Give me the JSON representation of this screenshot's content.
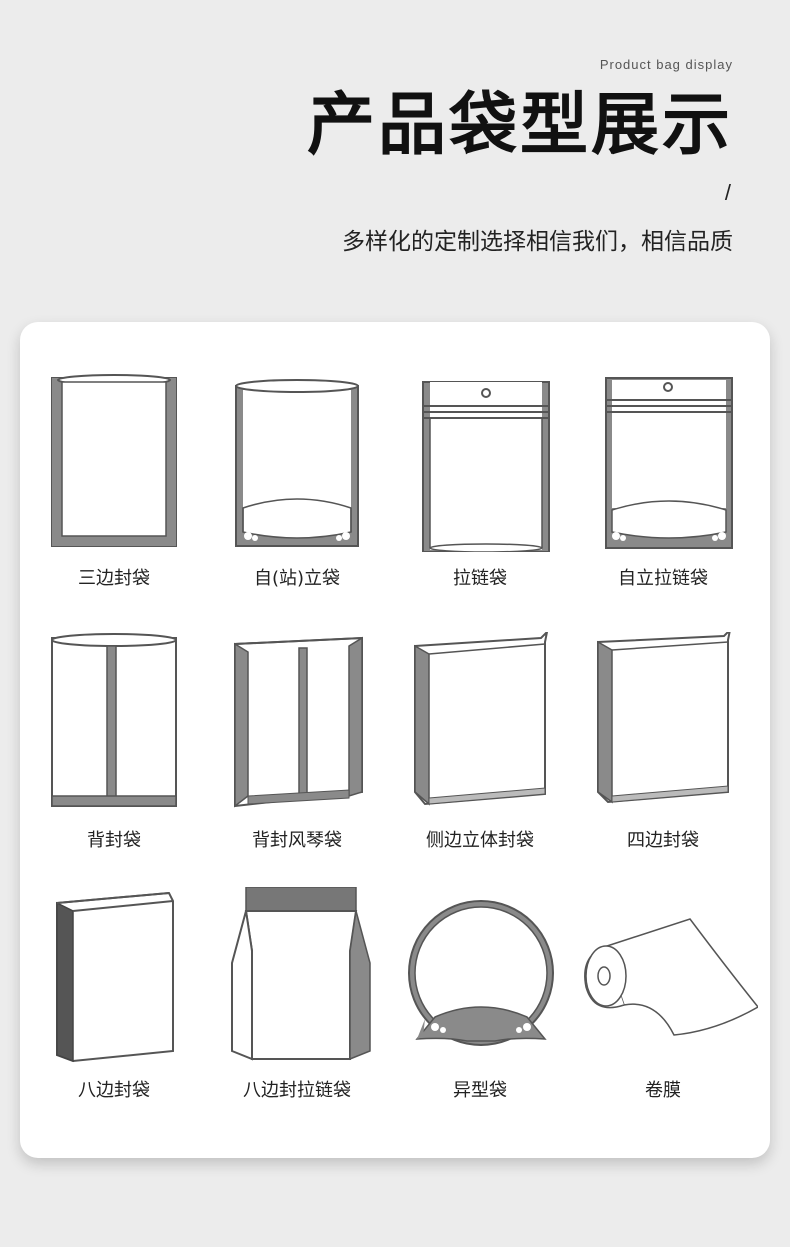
{
  "header": {
    "subtitle_en": "Product bag display",
    "title": "产品袋型展示",
    "slash": "/",
    "tagline": "多样化的定制选择相信我们，相信品质"
  },
  "colors": {
    "background": "#ececec",
    "card": "#ffffff",
    "outline": "#555555",
    "shade": "#888888"
  },
  "bags": [
    {
      "label": "三边封袋",
      "icon": "three-side-seal-bag-icon"
    },
    {
      "label": "自(站)立袋",
      "icon": "stand-up-pouch-icon"
    },
    {
      "label": "拉链袋",
      "icon": "zipper-bag-icon"
    },
    {
      "label": "自立拉链袋",
      "icon": "stand-up-zipper-bag-icon"
    },
    {
      "label": "背封袋",
      "icon": "back-seal-bag-icon"
    },
    {
      "label": "背封风琴袋",
      "icon": "back-seal-gusset-bag-icon"
    },
    {
      "label": "侧边立体封袋",
      "icon": "side-gusset-bag-icon"
    },
    {
      "label": "四边封袋",
      "icon": "four-side-seal-bag-icon"
    },
    {
      "label": "八边封袋",
      "icon": "eight-side-seal-bag-icon"
    },
    {
      "label": "八边封拉链袋",
      "icon": "eight-side-seal-zipper-bag-icon"
    },
    {
      "label": "异型袋",
      "icon": "shaped-bag-icon"
    },
    {
      "label": "卷膜",
      "icon": "roll-film-icon"
    }
  ]
}
